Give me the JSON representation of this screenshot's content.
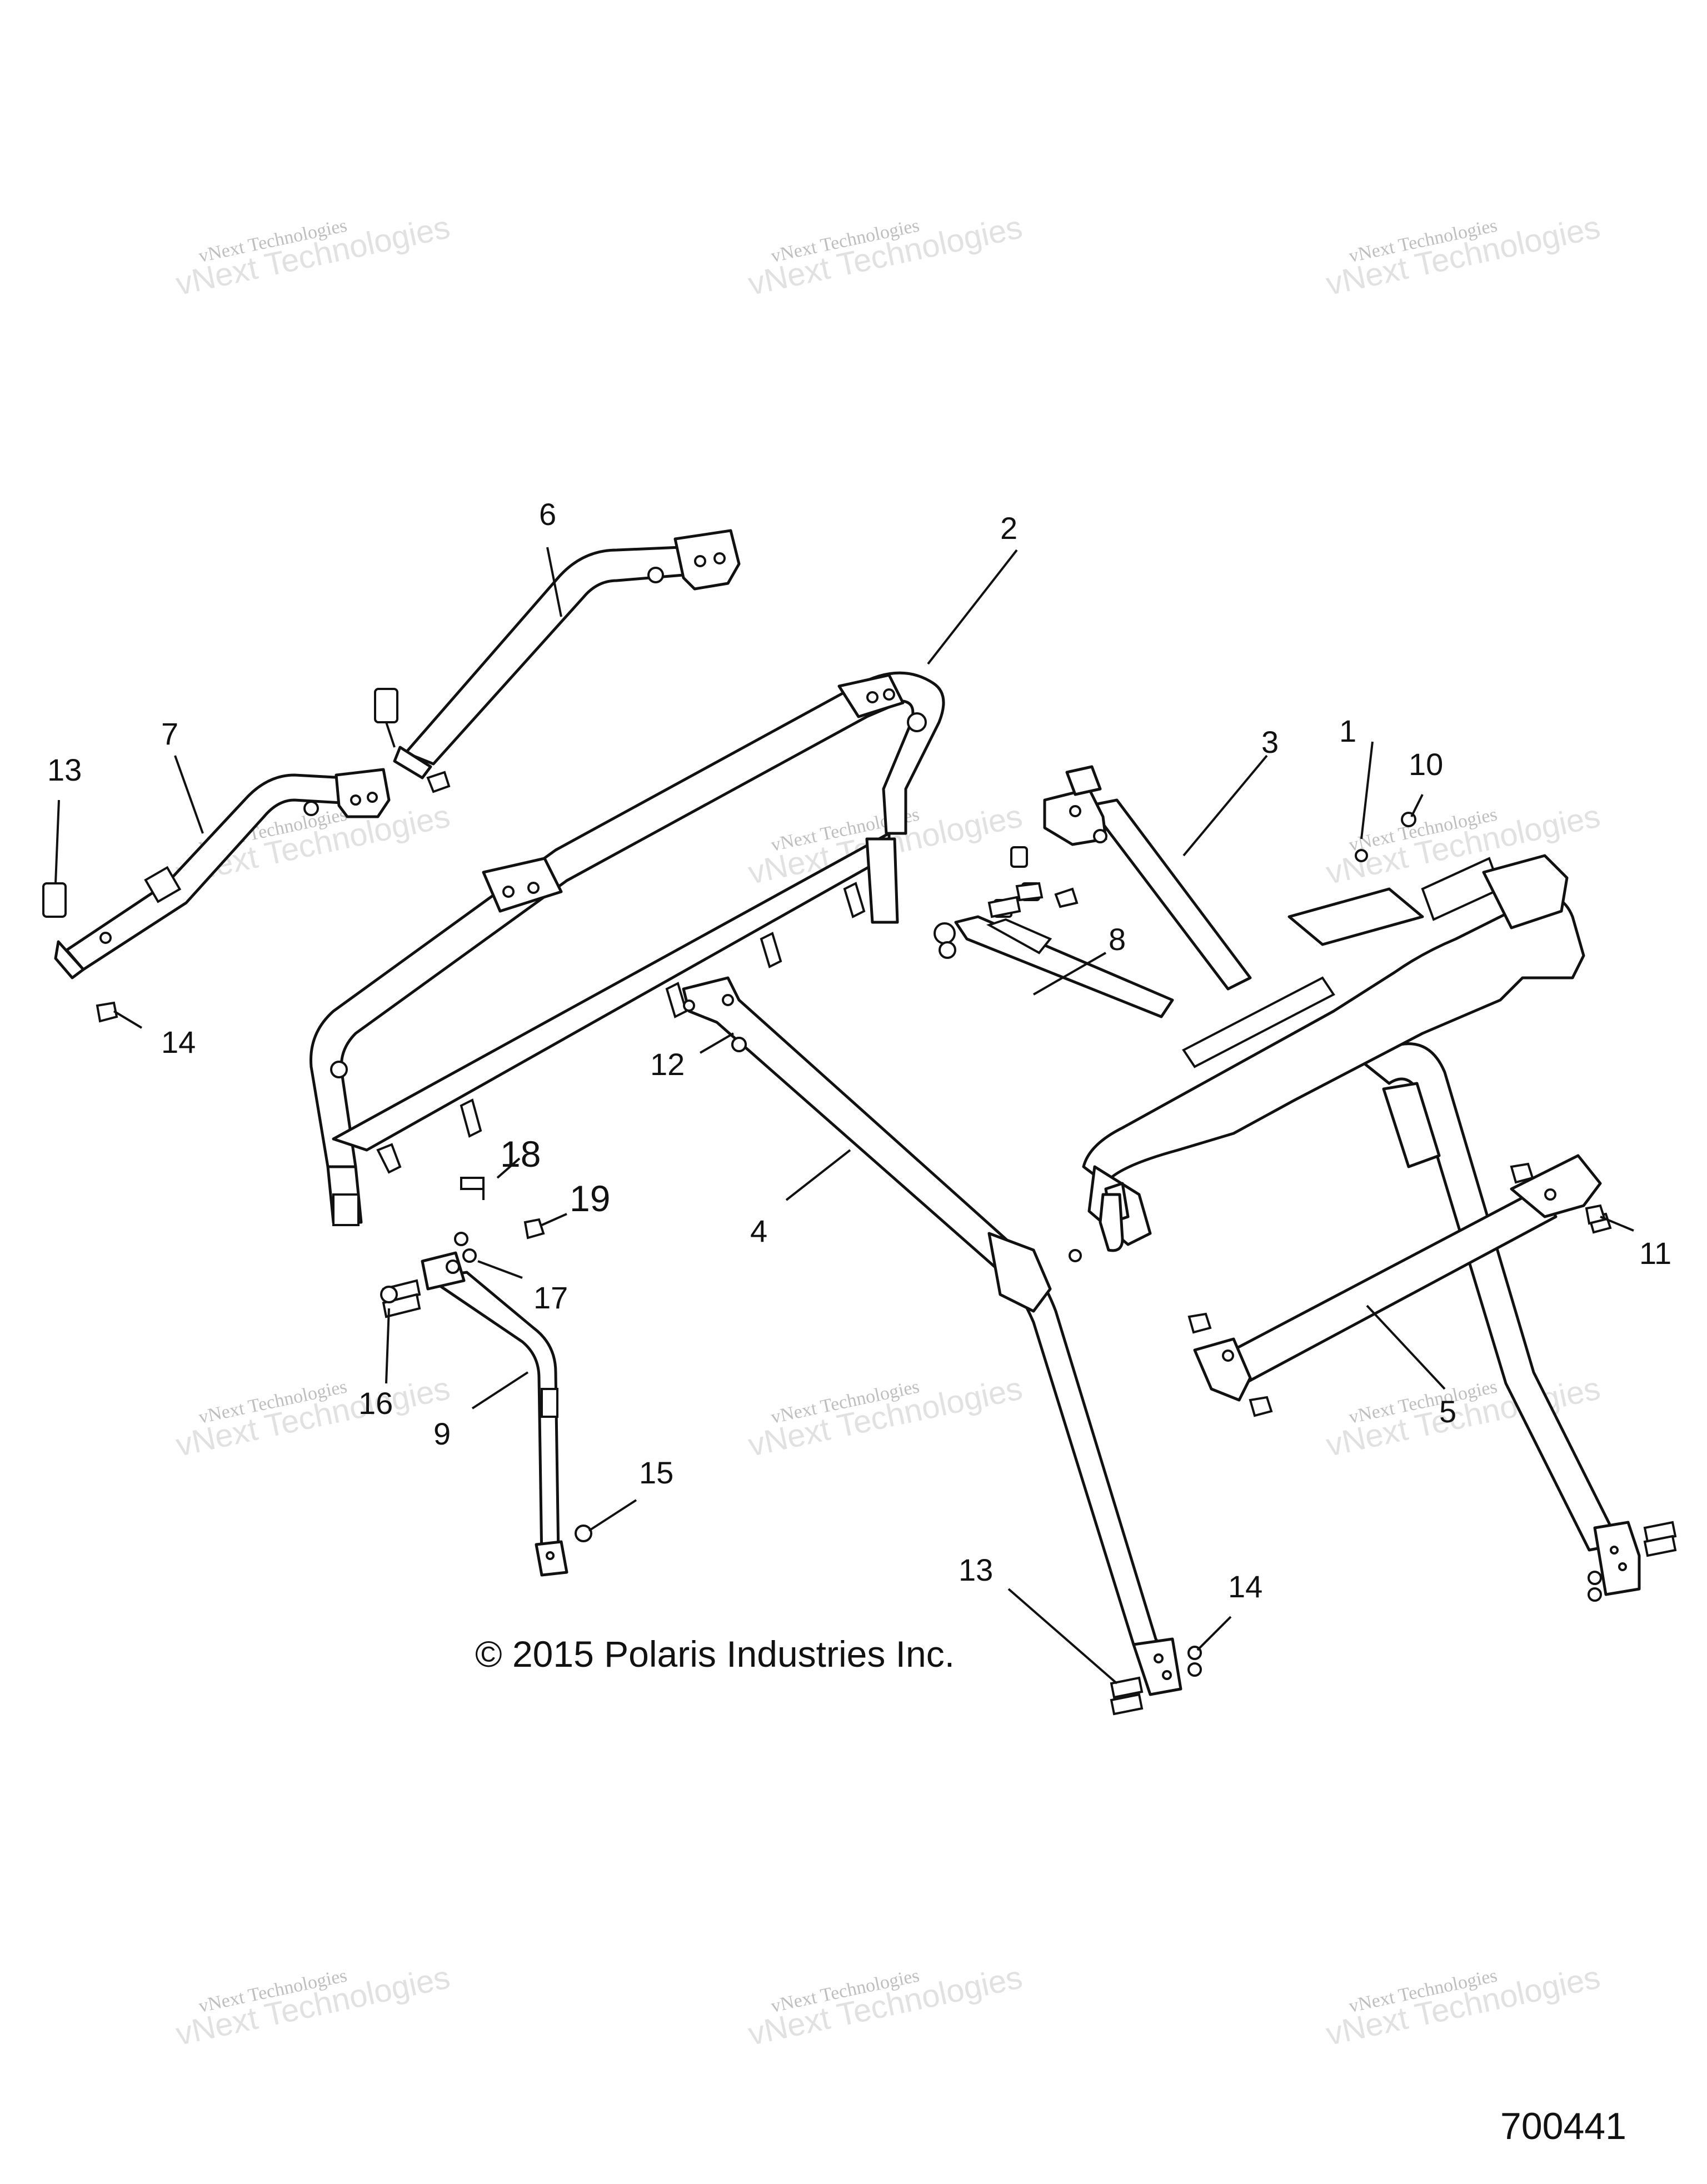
{
  "copyright": "© 2015 Polaris Industries Inc.",
  "drawing_number": "700441",
  "watermark": {
    "line1": "vNext Technologies",
    "line2": "vNext Technologies"
  },
  "callouts": [
    {
      "id": "c1",
      "label": "1"
    },
    {
      "id": "c2",
      "label": "2"
    },
    {
      "id": "c3",
      "label": "3"
    },
    {
      "id": "c4",
      "label": "4"
    },
    {
      "id": "c5",
      "label": "5"
    },
    {
      "id": "c6",
      "label": "6"
    },
    {
      "id": "c7",
      "label": "7"
    },
    {
      "id": "c8",
      "label": "8"
    },
    {
      "id": "c9",
      "label": "9"
    },
    {
      "id": "c10",
      "label": "10"
    },
    {
      "id": "c11",
      "label": "11"
    },
    {
      "id": "c12",
      "label": "12"
    },
    {
      "id": "c13a",
      "label": "13"
    },
    {
      "id": "c13b",
      "label": "13"
    },
    {
      "id": "c14a",
      "label": "14"
    },
    {
      "id": "c14b",
      "label": "14"
    },
    {
      "id": "c15",
      "label": "15"
    },
    {
      "id": "c16",
      "label": "16"
    },
    {
      "id": "c17",
      "label": "17"
    },
    {
      "id": "c18",
      "label": "18"
    },
    {
      "id": "c19",
      "label": "19"
    }
  ]
}
